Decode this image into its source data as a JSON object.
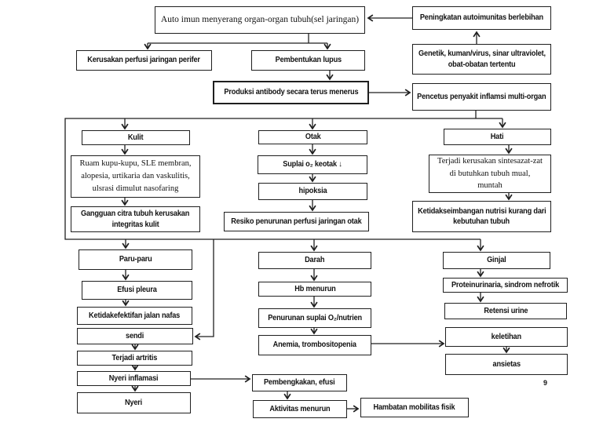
{
  "colors": {
    "line": "#1f1f1f",
    "background": "#ffffff",
    "text": "#121212"
  },
  "page_number": "9",
  "nodes": {
    "auto_imun": "Auto imun menyerang organ-organ tubuh(sel jaringan)",
    "peningkatan": "Peningkatan autoimunitas berlebihan",
    "kerusakan_perfusi": "Kerusakan perfusi jaringan perifer",
    "pembentukan_lupus": "Pembentukan lupus",
    "genetik": [
      "Genetik, kuman/virus, sinar ultraviolet,",
      "obat-obatan tertentu"
    ],
    "produksi": "Produksi antibody secara terus menerus",
    "pencetus": "Pencetus penyakit inflamsi multi-organ",
    "kulit": "Kulit",
    "ruam": [
      "Ruam kupu-kupu, SLE membran,",
      "alopesia, urtikaria dan vaskulitis,",
      "ulsrasi dimulut nasofaring"
    ],
    "gangguan": [
      "Gangguan citra tubuh kerusakan",
      "integritas kulit"
    ],
    "otak": "Otak",
    "suplai_otak": "Suplai o₂ keotak  ↓",
    "hipoksia": "hipoksia",
    "resiko": "Resiko penurunan perfusi jaringan otak",
    "hati": "Hati",
    "terjadi_kerusakan": [
      "Terjadi kerusakan sintesazat-zat",
      "di butuhkan tubuh mual,",
      "muntah"
    ],
    "ketidakseimbangan": [
      "Ketidakseimbangan nutrisi kurang dari",
      "kebutuhan tubuh"
    ],
    "paru": "Paru-paru",
    "efusi_pleura": "Efusi pleura",
    "ketidakefektifan": "Ketidakefektifan jalan nafas",
    "sendi": "sendi",
    "terjadi_artritis": "Terjadi artritis",
    "nyeri_inflamasi": "Nyeri inflamasi",
    "nyeri": "Nyeri",
    "darah": "Darah",
    "hb_menurun": "Hb menurun",
    "penurunan_suplai": "Penurunan suplai O₂/nutrien",
    "anemia": "Anemia, trombositopenia",
    "ginjal": "Ginjal",
    "proteinurinaria": "Proteinurinaria, sindrom nefrotik",
    "retensi": "Retensi urine",
    "keletihan": "keletihan",
    "ansietas": "ansietas",
    "pembengkakan": "Pembengkakan, efusi",
    "aktivitas": "Aktivitas menurun",
    "hambatan": "Hambatan mobilitas fisik"
  }
}
